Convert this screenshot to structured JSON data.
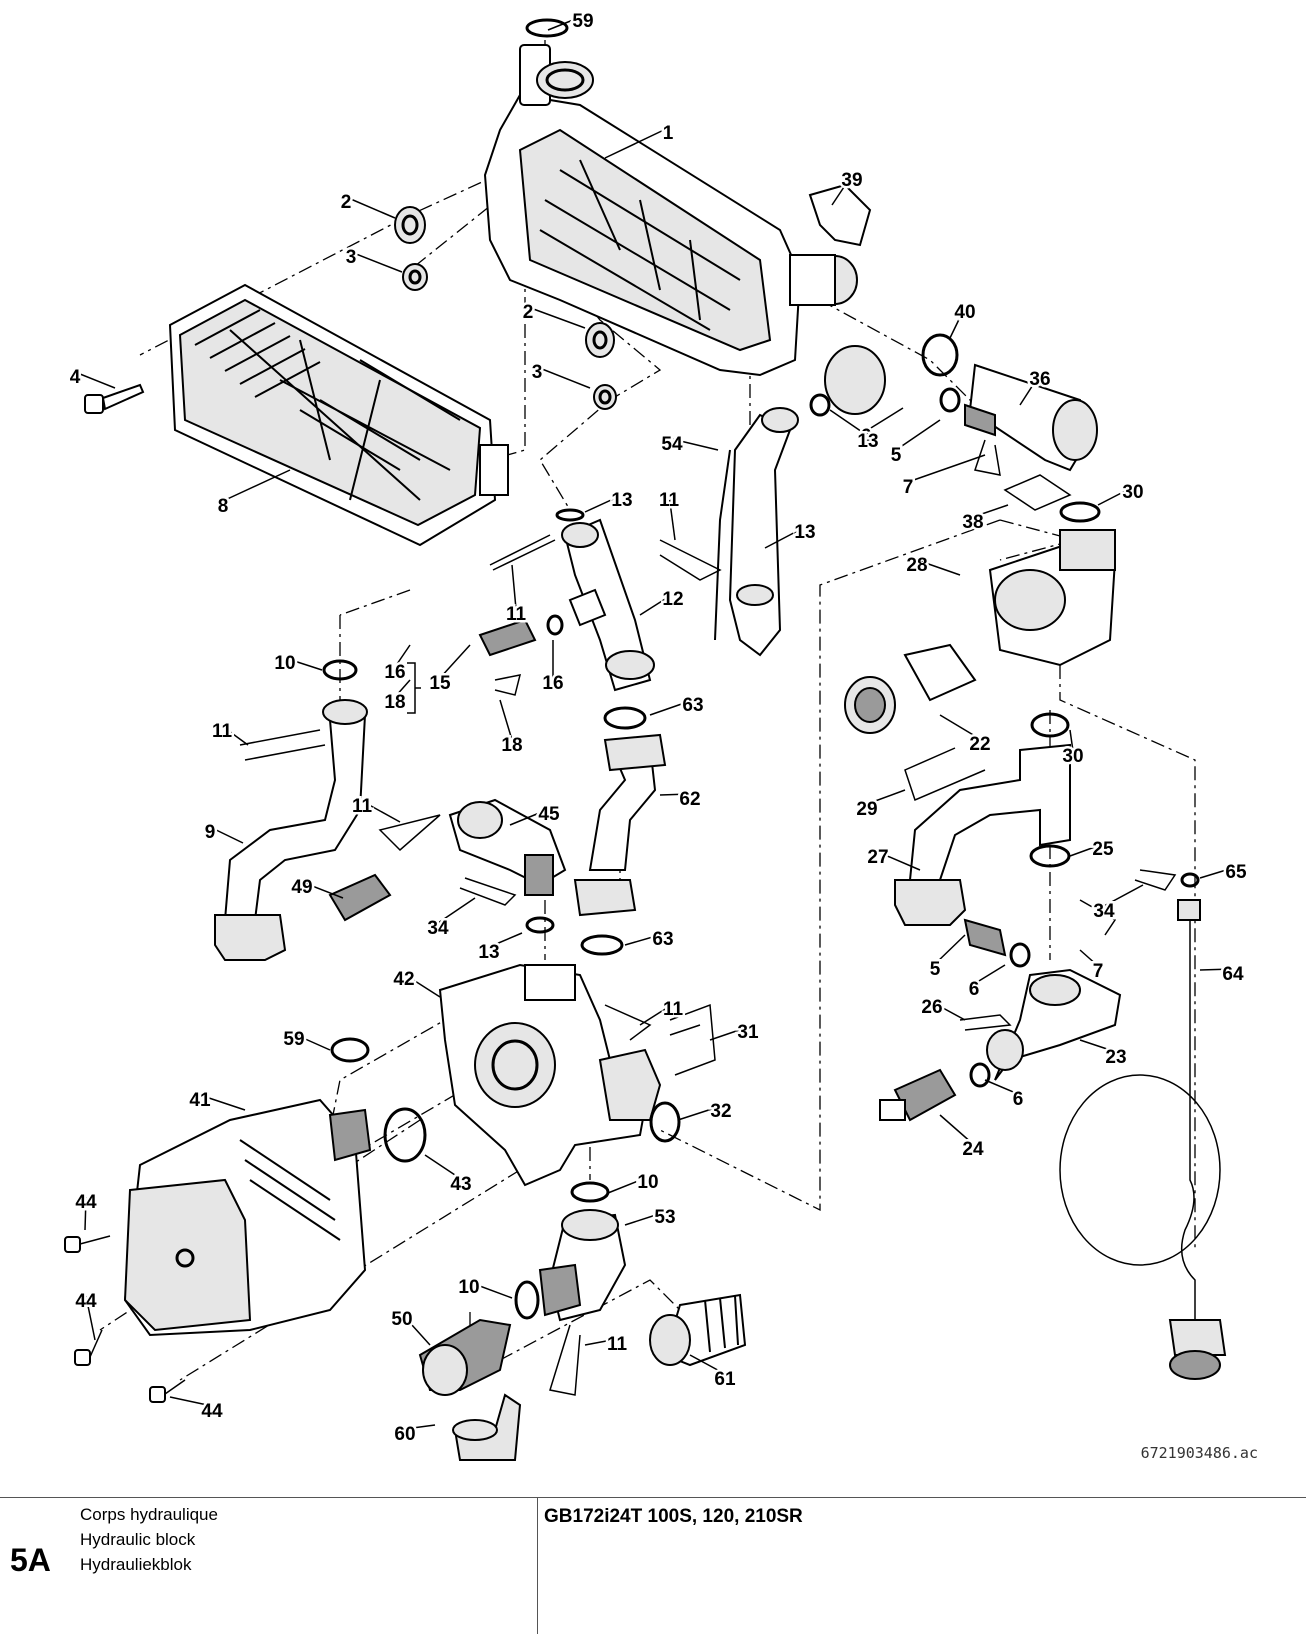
{
  "figure": {
    "reference_code": "6721903486.ac",
    "callouts": [
      {
        "label": "59"
      },
      {
        "label": "1"
      },
      {
        "label": "39"
      },
      {
        "label": "2"
      },
      {
        "label": "3"
      },
      {
        "label": "2"
      },
      {
        "label": "3"
      },
      {
        "label": "40"
      },
      {
        "label": "36"
      },
      {
        "label": "4"
      },
      {
        "label": "6"
      },
      {
        "label": "5"
      },
      {
        "label": "13"
      },
      {
        "label": "54"
      },
      {
        "label": "7"
      },
      {
        "label": "8"
      },
      {
        "label": "13"
      },
      {
        "label": "11"
      },
      {
        "label": "38"
      },
      {
        "label": "30"
      },
      {
        "label": "13"
      },
      {
        "label": "28"
      },
      {
        "label": "11"
      },
      {
        "label": "12"
      },
      {
        "label": "10"
      },
      {
        "label": "16"
      },
      {
        "label": "15"
      },
      {
        "label": "18"
      },
      {
        "label": "16"
      },
      {
        "label": "63"
      },
      {
        "label": "18"
      },
      {
        "label": "22"
      },
      {
        "label": "11"
      },
      {
        "label": "30"
      },
      {
        "label": "11"
      },
      {
        "label": "45"
      },
      {
        "label": "62"
      },
      {
        "label": "29"
      },
      {
        "label": "9"
      },
      {
        "label": "27"
      },
      {
        "label": "25"
      },
      {
        "label": "49"
      },
      {
        "label": "65"
      },
      {
        "label": "34"
      },
      {
        "label": "34"
      },
      {
        "label": "13"
      },
      {
        "label": "63"
      },
      {
        "label": "64"
      },
      {
        "label": "5"
      },
      {
        "label": "7"
      },
      {
        "label": "42"
      },
      {
        "label": "6"
      },
      {
        "label": "11"
      },
      {
        "label": "26"
      },
      {
        "label": "59"
      },
      {
        "label": "31"
      },
      {
        "label": "23"
      },
      {
        "label": "41"
      },
      {
        "label": "32"
      },
      {
        "label": "6"
      },
      {
        "label": "43"
      },
      {
        "label": "10"
      },
      {
        "label": "24"
      },
      {
        "label": "44"
      },
      {
        "label": "53"
      },
      {
        "label": "10"
      },
      {
        "label": "44"
      },
      {
        "label": "50"
      },
      {
        "label": "11"
      },
      {
        "label": "61"
      },
      {
        "label": "44"
      },
      {
        "label": "60"
      }
    ]
  },
  "footer": {
    "section_code": "5A",
    "title_fr": "Corps hydraulique",
    "title_en": "Hydraulic block",
    "title_nl": "Hydrauliekblok",
    "model": "GB172i24T 100S, 120, 210SR"
  }
}
